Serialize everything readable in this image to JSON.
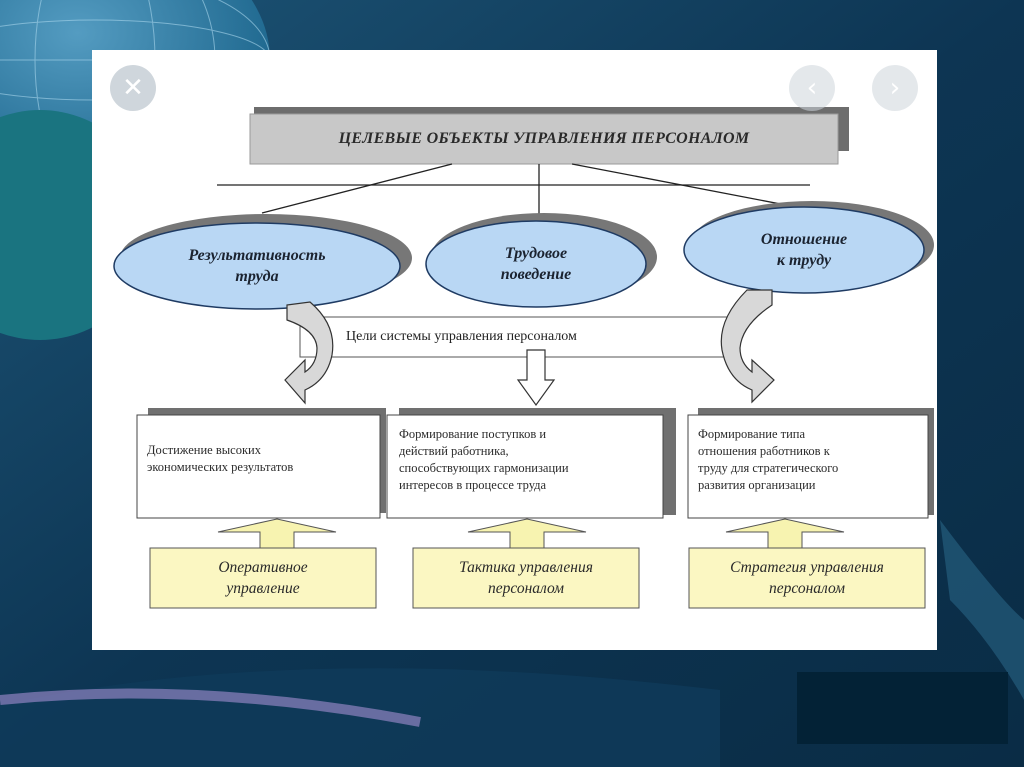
{
  "diagram": {
    "title": "ЦЕЛЕВЫЕ ОБЪЕКТЫ УПРАВЛЕНИЯ ПЕРСОНАЛОМ",
    "objects": [
      {
        "line1": "Результативность",
        "line2": "труда"
      },
      {
        "line1": "Трудовое",
        "line2": "поведение"
      },
      {
        "line1": "Отношение",
        "line2": "к труду"
      }
    ],
    "goals_label": "Цели системы управления персоналом",
    "targets": [
      {
        "lines": [
          "Достижение высоких",
          "экономических результатов"
        ]
      },
      {
        "lines": [
          "Формирование поступков и",
          "действий работника,",
          "способствующих гармонизации",
          "интересов в процессе труда"
        ]
      },
      {
        "lines": [
          "Формирование типа",
          "отношения работников к",
          "труду для стратегического",
          "развития организации"
        ]
      }
    ],
    "levels": [
      {
        "line1": "Оперативное",
        "line2": "управление"
      },
      {
        "line1": "Тактика управления",
        "line2": "персоналом"
      },
      {
        "line1": "Стратегия управления",
        "line2": "персоналом"
      }
    ]
  },
  "viewer": {
    "close_icon": "close-icon",
    "prev_icon": "chevron-left-icon",
    "next_icon": "chevron-right-icon"
  },
  "colors": {
    "ellipse_fill": "#b9d7f4",
    "ellipse_stroke": "#1f3b63",
    "title_fill": "#c8c8c8",
    "level_fill": "#fbf7c2",
    "background": "#0b2f4a"
  }
}
